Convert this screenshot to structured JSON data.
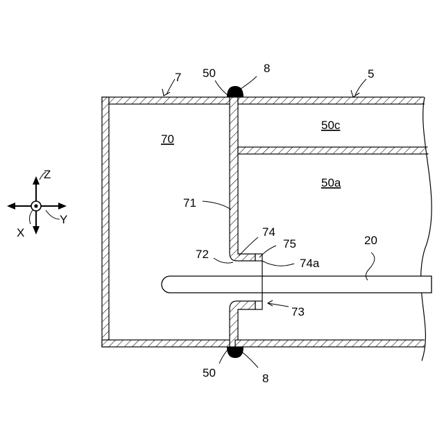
{
  "labels": {
    "ref_7": "7",
    "ref_50_top": "50",
    "ref_8_top": "8",
    "ref_5": "5",
    "ref_70": "70",
    "ref_50c": "50c",
    "ref_50a": "50a",
    "ref_71": "71",
    "ref_74": "74",
    "ref_75": "75",
    "ref_72": "72",
    "ref_74a": "74a",
    "ref_20": "20",
    "ref_73": "73",
    "ref_50_bottom": "50",
    "ref_8_bottom": "8"
  },
  "axes": {
    "z": "Z",
    "x": "X",
    "y": "Y"
  }
}
